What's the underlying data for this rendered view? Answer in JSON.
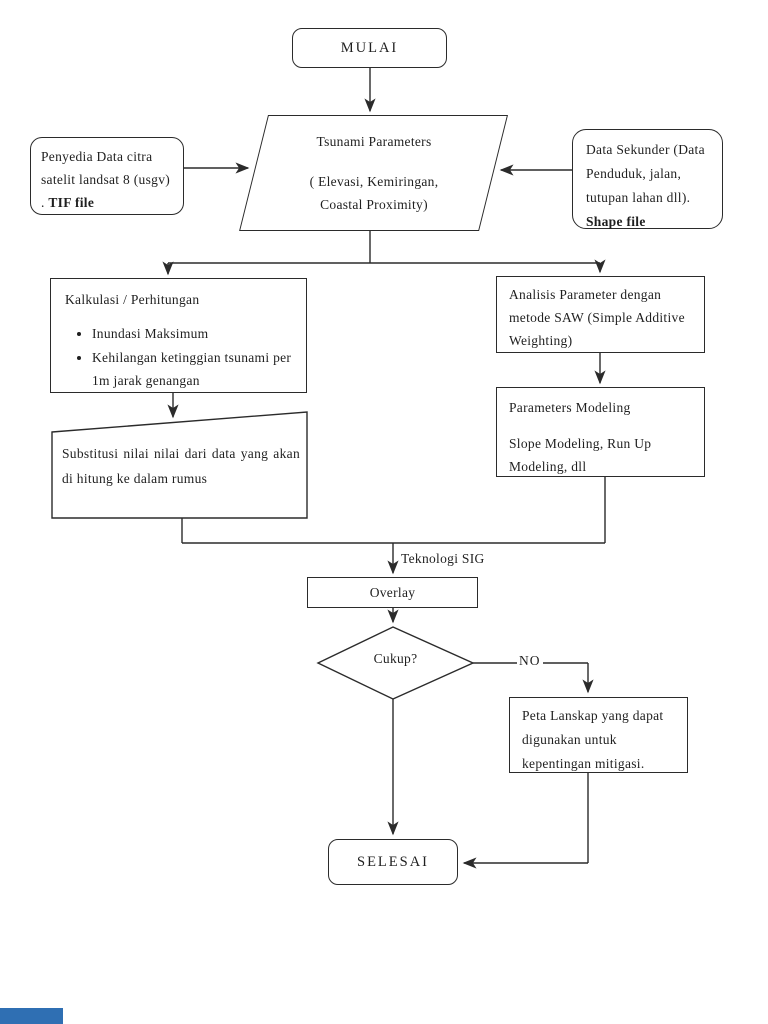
{
  "page": {
    "background": "#ffffff",
    "stroke_color": "#2b2b2b",
    "accent_bar_color": "#2f6fb3"
  },
  "nodes": {
    "start": {
      "label": "MULAI"
    },
    "tsunami_parameters": {
      "title": "Tsunami Parameters",
      "line2": "( Elevasi, Kemiringan,",
      "line3": "Coastal Proximity)"
    },
    "data_provider": {
      "text": "Penyedia Data citra satelit landsat 8 (usgv) . ",
      "bold": "TIF file"
    },
    "secondary_data": {
      "text": "Data Sekunder (Data Penduduk, jalan, tutupan lahan dll). ",
      "bold": "Shape file"
    },
    "calculation": {
      "title": "Kalkulasi / Perhitungan",
      "bullets": [
        "Inundasi Maksimum",
        "Kehilangan ketinggian tsunami per 1m jarak genangan"
      ]
    },
    "substitution": {
      "text": "Substitusi nilai nilai dari data yang akan di hitung ke dalam rumus"
    },
    "saw_analysis": {
      "text": "Analisis Parameter dengan metode SAW (Simple Additive Weighting)"
    },
    "parameters_modeling": {
      "title": "Parameters Modeling",
      "text": "Slope Modeling, Run Up Modeling, dll"
    },
    "gis_label": "Teknologi SIG",
    "overlay": {
      "label": "Overlay"
    },
    "decision": {
      "label": "Cukup?"
    },
    "no_label": "NO",
    "landscape_map": {
      "text": "Peta Lanskap yang dapat digunakan untuk kepentingan mitigasi."
    },
    "end": {
      "label": "SELESAI"
    }
  }
}
